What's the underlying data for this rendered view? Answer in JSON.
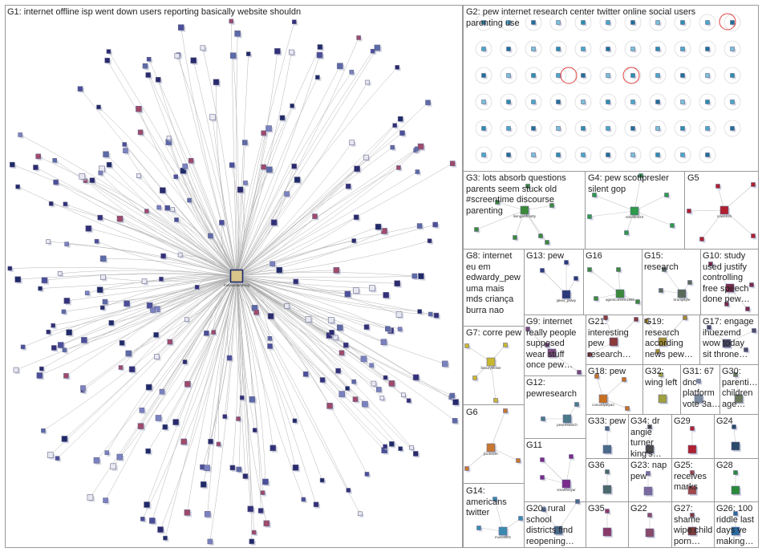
{
  "groups": [
    {
      "id": "G1",
      "label": "G1: internet offline isp went down users reporting basically website shouldn"
    },
    {
      "id": "G2",
      "label": "G2: pew internet research center twitter online social users\nparenting use"
    },
    {
      "id": "G3",
      "label": "G3: lots absorb questions\nparents seem stuck old\n#screentime discourse\nparenting"
    },
    {
      "id": "G4",
      "label": "G4: pew scottpresler\nsilent gop"
    },
    {
      "id": "G5",
      "label": "G5"
    },
    {
      "id": "G8",
      "label": "G8: internet\neu em\nedwardy_pew\numa mais\nmds criança\nburra nao"
    },
    {
      "id": "G13",
      "label": "G13: pew"
    },
    {
      "id": "G16",
      "label": "G16"
    },
    {
      "id": "G15",
      "label": "G15:\nresearch"
    },
    {
      "id": "G10",
      "label": "G10: study\nused justify\ncontrolling\nfree speech\ndone pew…"
    },
    {
      "id": "G7",
      "label": "G7: corre pew"
    },
    {
      "id": "G9",
      "label": "G9: internet\nreally people\nsupposed\nwear stuff\nonce pew…"
    },
    {
      "id": "G21",
      "label": "G21:\ninteresting\npew\nresearch…"
    },
    {
      "id": "G19",
      "label": "G19:\nresearch\naccording\nnews pew…"
    },
    {
      "id": "G17",
      "label": "G17: engage\nihuezemd\nwow today\nsit throne…"
    },
    {
      "id": "G12",
      "label": "G12:\npewresearch"
    },
    {
      "id": "G18",
      "label": "G18: pew"
    },
    {
      "id": "G32",
      "label": "G32:\nwing left"
    },
    {
      "id": "G31",
      "label": "G31: 67\ndnc\nplatform\nvote 3a…"
    },
    {
      "id": "G30",
      "label": "G30:\nparenti…\nchildren\nage…"
    },
    {
      "id": "G6",
      "label": "G6"
    },
    {
      "id": "G33",
      "label": "G33: pew"
    },
    {
      "id": "G34",
      "label": "G34: dr\nangie\nturner\nking's…"
    },
    {
      "id": "G29",
      "label": "G29"
    },
    {
      "id": "G24",
      "label": "G24"
    },
    {
      "id": "G11",
      "label": "G11"
    },
    {
      "id": "G36",
      "label": "G36"
    },
    {
      "id": "G23",
      "label": "G23: nap\npew"
    },
    {
      "id": "G25",
      "label": "G25:\nreceives\nmarks"
    },
    {
      "id": "G28",
      "label": "G28"
    },
    {
      "id": "G14",
      "label": "G14:\namericans\ntwitter"
    },
    {
      "id": "G20",
      "label": "G20: rural\nschool\ndistricts find\nreopening…"
    },
    {
      "id": "G35",
      "label": "G35"
    },
    {
      "id": "G22",
      "label": "G22"
    },
    {
      "id": "G27",
      "label": "G27:\nshame\nwipe child\nporn…"
    },
    {
      "id": "G26",
      "label": "G26: 100\nriddle last\ndays ve\nmaking…"
    }
  ],
  "hub_nodes": {
    "G1": "melanielambrug",
    "G3": "livingwithoutty",
    "G4": "rsheldon23",
    "G5": "cravensh",
    "G13": "jakes_pwwy",
    "G16": "agentcorinne1960",
    "G15": "trrumpkyle",
    "G7": "lieuuryeloise",
    "G12": "pewresearch",
    "G18": "conusdyatyao",
    "G6": "juiceazer",
    "G11": "smarthioyar",
    "G14": "musvell01"
  },
  "colors": {
    "edge": "#a8a8a8",
    "border": "#9a9a9a",
    "G1": "#2a2a6e",
    "G2": "#2a8fb0",
    "G3": "#3a8a3a",
    "G4": "#2e9a4a",
    "G5": "#b02030",
    "red_circle": "#e04040"
  }
}
